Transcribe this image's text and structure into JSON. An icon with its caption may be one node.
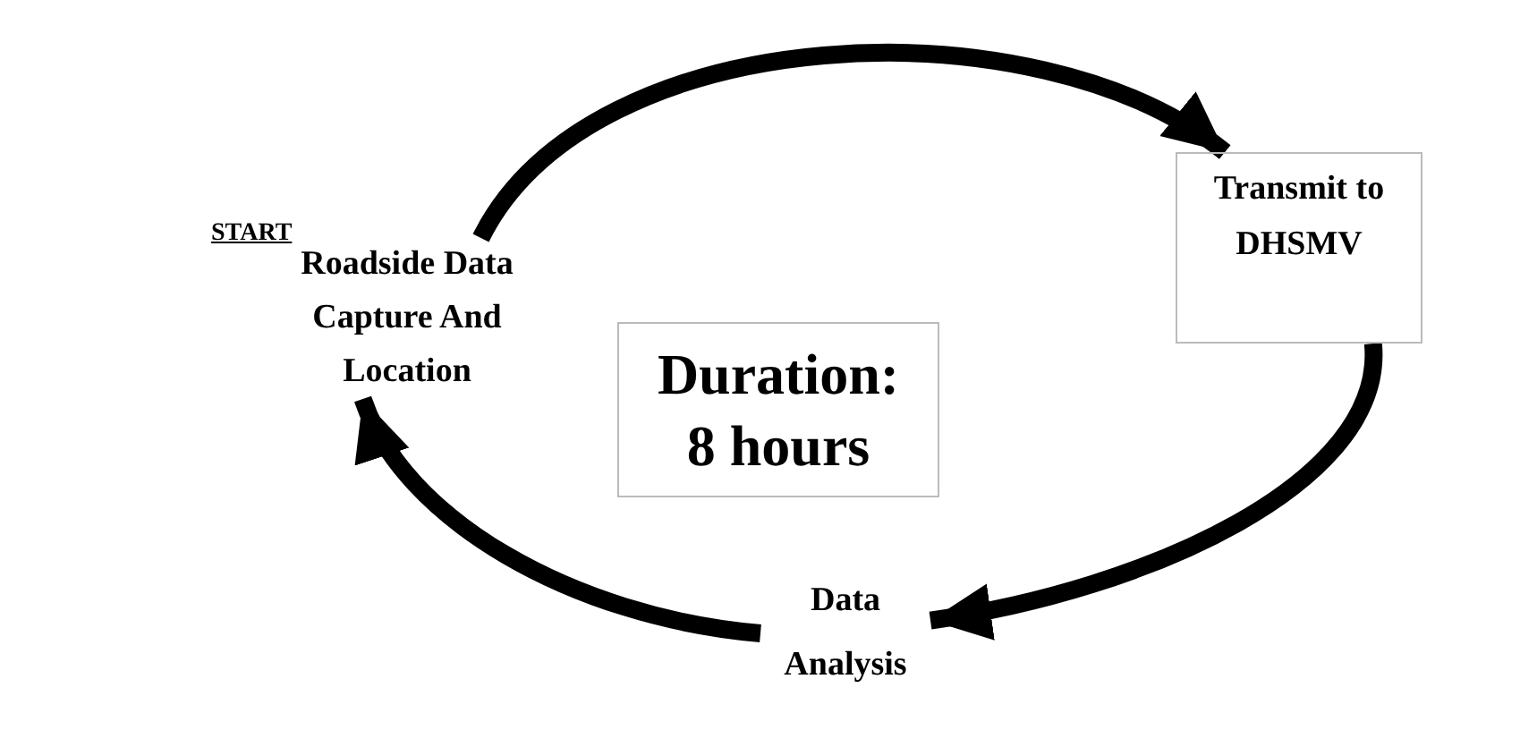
{
  "diagram": {
    "nodes": [
      {
        "text": [
          "Roadside Data Capture And Location"
        ]
      },
      {
        "text": [
          "Transmit to DHSMV"
        ]
      },
      {
        "text": [
          "Data Analysis"
        ]
      },
      {
        "text": [
          "Duration: 8 hours"
        ]
      }
    ],
    "edges": [
      {
        "from": 0,
        "to": 1,
        "arrow": "to"
      },
      {
        "from": 1,
        "to": 2,
        "arrow": "to"
      },
      {
        "from": 2,
        "to": 0,
        "arrow": "to"
      }
    ],
    "labels": [
      "START"
    ]
  }
}
